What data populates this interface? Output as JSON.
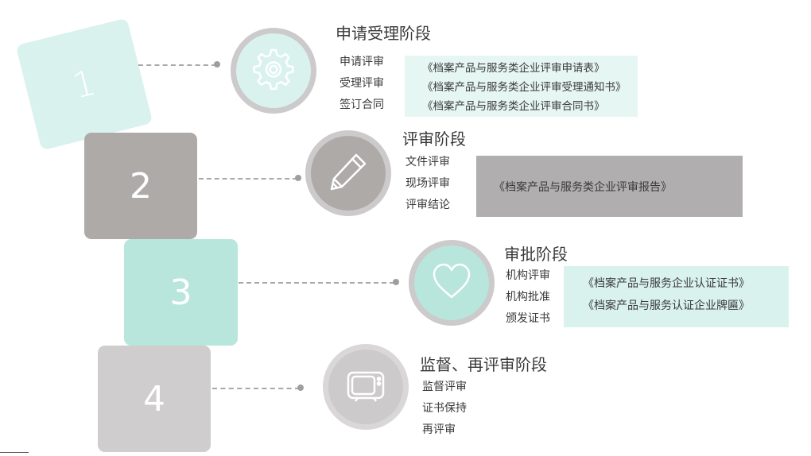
{
  "stages": [
    {
      "number": "1",
      "title": "申请受理阶段",
      "icon": "gear-icon",
      "items": [
        "申请评审",
        "受理评审",
        "签订合同"
      ],
      "documents": [
        "《档案产品与服务类企业评审申请表》",
        "《档案产品与服务类企业评审受理通知书》",
        "《档案产品与服务类企业评审合同书》"
      ]
    },
    {
      "number": "2",
      "title": "评审阶段",
      "icon": "pencil-icon",
      "items": [
        "文件评审",
        "现场评审",
        "评审结论"
      ],
      "documents": [
        "《档案产品与服务类企业评审报告》"
      ]
    },
    {
      "number": "3",
      "title": "审批阶段",
      "icon": "heart-icon",
      "items": [
        "机构评审",
        "机构批准",
        "颁发证书"
      ],
      "documents": [
        "《档案产品与服务企业认证证书》",
        "《档案产品与服务认证企业牌匾》"
      ]
    },
    {
      "number": "4",
      "title": "监督、再评审阶段",
      "icon": "monitor-icon",
      "items": [
        "监督评审",
        "证书保持",
        "再评审"
      ],
      "documents": []
    }
  ],
  "colors": {
    "mint_light": "#d9f2ee",
    "mint": "#b8e5dc",
    "taupe": "#aeaaa8",
    "light_gray": "#cfcdcd",
    "ring_gray": "#cccaca",
    "doc_mint": "#e6f6f3",
    "doc_gray": "#b0aeae"
  }
}
